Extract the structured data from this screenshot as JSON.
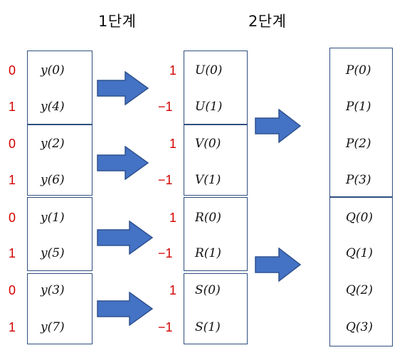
{
  "titles": {
    "stage1": "1단계",
    "stage2": "2단계"
  },
  "colors": {
    "box_border": "#2f4f7f",
    "arrow_fill": "#4472c4",
    "arrow_stroke": "#2f528f",
    "index": "#d40000"
  },
  "col1": {
    "indices": [
      "0",
      "1",
      "0",
      "1",
      "0",
      "1",
      "0",
      "1"
    ],
    "labels": [
      "y(0)",
      "y(4)",
      "y(2)",
      "y(6)",
      "y(1)",
      "y(5)",
      "y(3)",
      "y(7)"
    ]
  },
  "col2": {
    "indices": [
      "1",
      "−1",
      "1",
      "−1",
      "1",
      "−1",
      "1",
      "−1"
    ],
    "labels": [
      "U(0)",
      "U(1)",
      "V(0)",
      "V(1)",
      "R(0)",
      "R(1)",
      "S(0)",
      "S(1)"
    ]
  },
  "col3": {
    "labels": [
      "P(0)",
      "P(1)",
      "P(2)",
      "P(3)",
      "Q(0)",
      "Q(1)",
      "Q(2)",
      "Q(3)"
    ]
  }
}
